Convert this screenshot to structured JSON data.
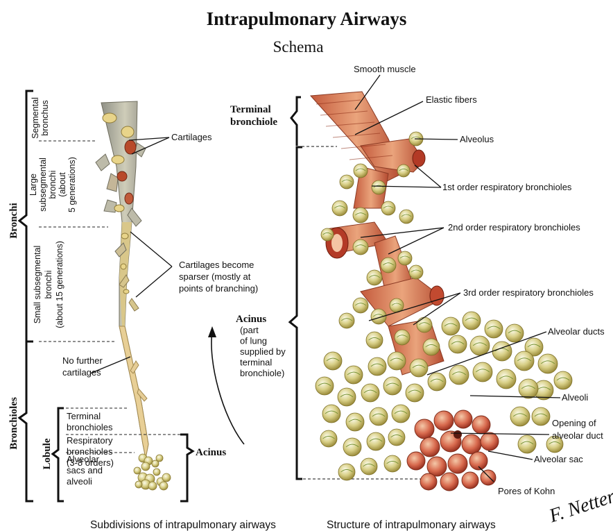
{
  "title": "Intrapulmonary Airways",
  "subtitle": "Schema",
  "left": {
    "caption": "Subdivisions of intrapulmonary airways",
    "bronchi": "Bronchi",
    "bronchioles": "Bronchioles",
    "lobule": "Lobule",
    "segmental": [
      "Segmental",
      "bronchus"
    ],
    "large_subsegmental": [
      "Large",
      "subsegmental",
      "bronchi",
      "(about",
      "5 generations)"
    ],
    "small_subsegmental": [
      "Small subsegmental",
      "bronchi",
      "(about 15 generations)"
    ],
    "cartilages": "Cartilages",
    "cartilages_sparser": [
      "Cartilages become",
      "sparser (mostly at",
      "points of branching)"
    ],
    "no_further": [
      "No further",
      "cartilages"
    ],
    "terminal_bronchioles": [
      "Terminal",
      "bronchioles"
    ],
    "respiratory_bronchioles": [
      "Respiratory",
      "bronchioles",
      "(3-8 orders)"
    ],
    "alveolar_sacs": [
      "Alveolar",
      "sacs and",
      "alveoli"
    ],
    "acinus": "Acinus"
  },
  "right": {
    "caption": "Structure of intrapulmonary airways",
    "terminal_bronchiole": [
      "Terminal",
      "bronchiole"
    ],
    "acinus": "Acinus",
    "acinus_note": [
      "(part",
      "of lung",
      "supplied by",
      "terminal",
      "bronchiole)"
    ],
    "smooth_muscle": "Smooth muscle",
    "elastic_fibers": "Elastic fibers",
    "alveolus": "Alveolus",
    "first_order": "1st order respiratory bronchioles",
    "second_order": "2nd order respiratory bronchioles",
    "third_order": "3rd order respiratory bronchioles",
    "alveolar_ducts": "Alveolar ducts",
    "alveoli": "Alveoli",
    "opening": [
      "Opening of",
      "alveolar duct"
    ],
    "alveolar_sac": "Alveolar sac",
    "pores_of_kohn": "Pores of Kohn",
    "signature": "F. Netter M.D."
  },
  "colors": {
    "bronchus_fill": "#b9b8a8",
    "cartilage": "#e8d48a",
    "bronchiole": "#e8c98a",
    "muscle": "#c8553a",
    "alveolar_sac": "#cfe0a0",
    "sac_red": "#d9705a"
  }
}
